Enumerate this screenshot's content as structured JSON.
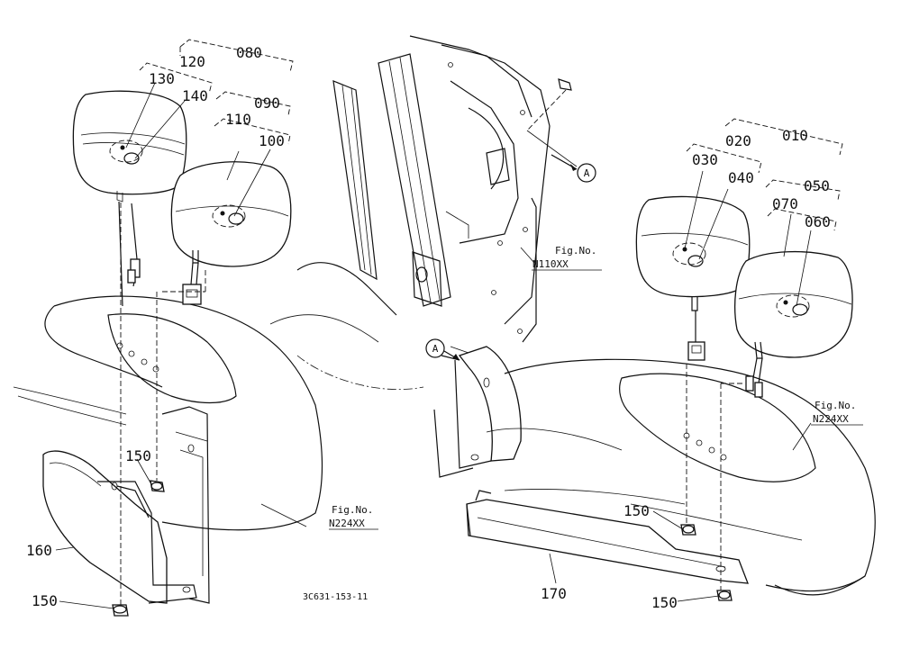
{
  "callouts": {
    "c010": "010",
    "c020": "020",
    "c030": "030",
    "c040": "040",
    "c050": "050",
    "c060": "060",
    "c070": "070",
    "c080": "080",
    "c090": "090",
    "c100": "100",
    "c110": "110",
    "c120": "120",
    "c130": "130",
    "c140": "140",
    "c150_a": "150",
    "c150_b": "150",
    "c150_c": "150",
    "c150_d": "150",
    "c160": "160",
    "c170": "170"
  },
  "references": {
    "fig_label": "Fig.No.",
    "n224_left": "N224XX",
    "n110": "N110XX",
    "n224_right": "N224XX",
    "marker_a": "A"
  },
  "drawing_code": "3C631-153-11"
}
